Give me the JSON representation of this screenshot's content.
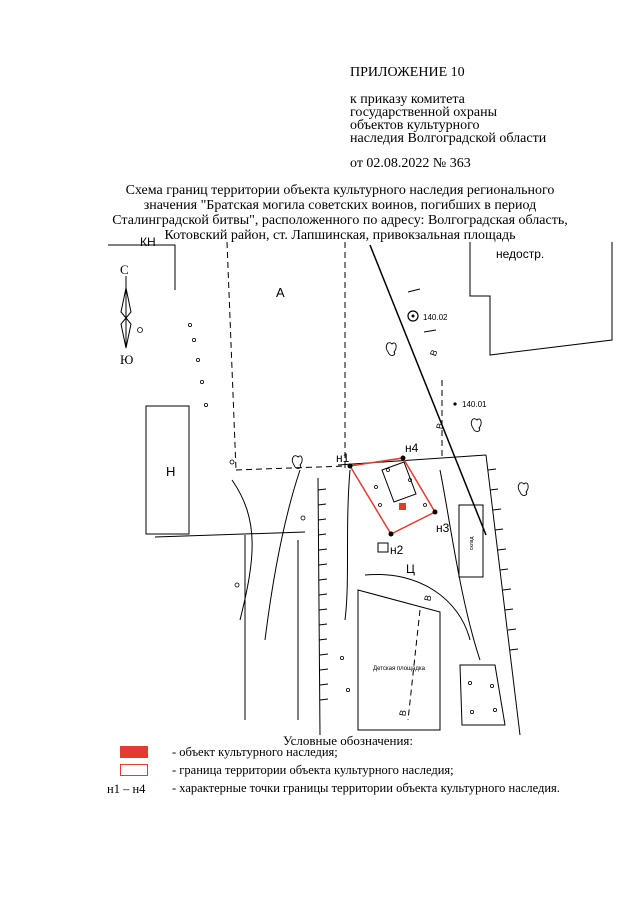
{
  "header": {
    "appendix": "ПРИЛОЖЕНИЕ 10",
    "order_lines": [
      "к приказу комитета",
      "государственной охраны",
      "объектов культурного",
      "наследия Волгоградской области"
    ],
    "date_number": "от 02.08.2022 № 363"
  },
  "title_lines": [
    "Схема границ территории объекта культурного наследия регионального",
    "значения \"Братская могила советских воинов, погибших в период",
    "Сталинградской битвы\", расположенного по адресу: Волгоградская область,",
    "Котовский район, ст. Лапшинская, привокзальная площадь"
  ],
  "map": {
    "north_label": "С",
    "south_label": "Ю",
    "labels": {
      "kn": "КН",
      "a": "А",
      "n": "Н",
      "nedostr": "недостр.",
      "ts": "Ц",
      "v1": "В",
      "v2": "В",
      "v3": "В",
      "v4": "В",
      "playground": "Детская площадка",
      "small_building": "склад",
      "mark1": "140.02",
      "mark2": "140.01"
    },
    "points": {
      "n1": "н1",
      "n2": "н2",
      "n3": "н3",
      "n4": "н4"
    },
    "colors": {
      "heritage_fill": "#e43a31",
      "boundary": "#e43a31"
    }
  },
  "legend": {
    "title": "Условные обозначения:",
    "items": [
      "- объект культурного наследия;",
      "- граница территории объекта культурного наследия;",
      "- характерные точки границы территории объекта культурного наследия."
    ],
    "points_symbol": "н1 – н4"
  }
}
